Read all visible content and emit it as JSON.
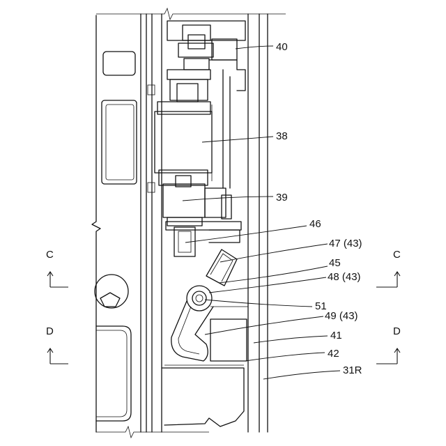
{
  "labels": {
    "l40": "40",
    "l38": "38",
    "l39": "39",
    "l46": "46",
    "l47": "47 (43)",
    "l45": "45",
    "l48": "48 (43)",
    "l51": "51",
    "l49": "49 (43)",
    "l41": "41",
    "l42": "42",
    "l31R": "31R"
  },
  "section_marks": {
    "c_left": "C",
    "c_right": "C",
    "d_left": "D",
    "d_right": "D"
  }
}
